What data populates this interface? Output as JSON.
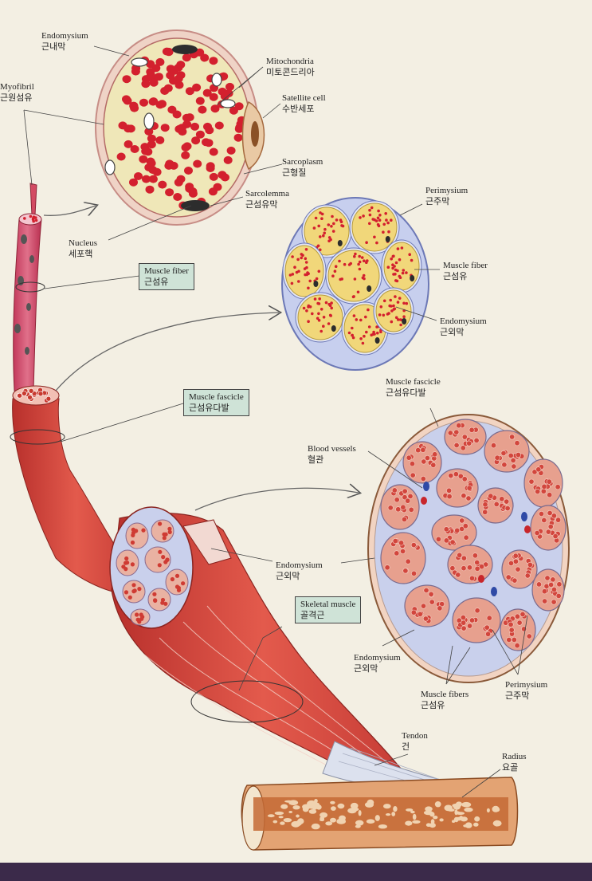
{
  "labels": {
    "endomysium_top": {
      "en": "Endomysium",
      "ko": "근내막"
    },
    "myofibril": {
      "en": "Myofibril",
      "ko": "근원섬유"
    },
    "mitochondria": {
      "en": "Mitochondria",
      "ko": "미토콘드리아"
    },
    "satellite_cell": {
      "en": "Satellite cell",
      "ko": "수반세포"
    },
    "sarcoplasm": {
      "en": "Sarcoplasm",
      "ko": "근형질"
    },
    "sarcolemma": {
      "en": "Sarcolemma",
      "ko": "근섬유막"
    },
    "nucleus": {
      "en": "Nucleus",
      "ko": "세포핵"
    },
    "perimysium_mid": {
      "en": "Perimysium",
      "ko": "근주막"
    },
    "muscle_fiber_right": {
      "en": "Muscle fiber",
      "ko": "근섬유"
    },
    "endomysium_mid": {
      "en": "Endomysium",
      "ko": "근외막"
    },
    "muscle_fascicle_top": {
      "en": "Muscle fascicle",
      "ko": "근섬유다발"
    },
    "blood_vessels": {
      "en": "Blood vessels",
      "ko": "혈관"
    },
    "endomysium_lower": {
      "en": "Endomysium",
      "ko": "근외막"
    },
    "endomysium_bottom": {
      "en": "Endomysium",
      "ko": "근외막"
    },
    "muscle_fibers": {
      "en": "Muscle fibers",
      "ko": "근섬유"
    },
    "perimysium_bottom": {
      "en": "Perimysium",
      "ko": "근주막"
    },
    "tendon": {
      "en": "Tendon",
      "ko": "건"
    },
    "radius": {
      "en": "Radius",
      "ko": "요골"
    }
  },
  "boxes": {
    "muscle_fiber": {
      "en": "Muscle fiber",
      "ko": "근섬유"
    },
    "muscle_fascicle": {
      "en": "Muscle fascicle",
      "ko": "근섬유다발"
    },
    "skeletal_muscle": {
      "en": "Skeletal muscle",
      "ko": "골격근"
    }
  },
  "colors": {
    "muscle_red": "#d9473f",
    "myofibril_red": "#d3202e",
    "sarcoplasm_yellow": "#efe7b8",
    "connective_blue": "#b9c3e6",
    "label_box": "#cfe3d7",
    "bone": "#c9773c",
    "background": "#f3efe3"
  }
}
